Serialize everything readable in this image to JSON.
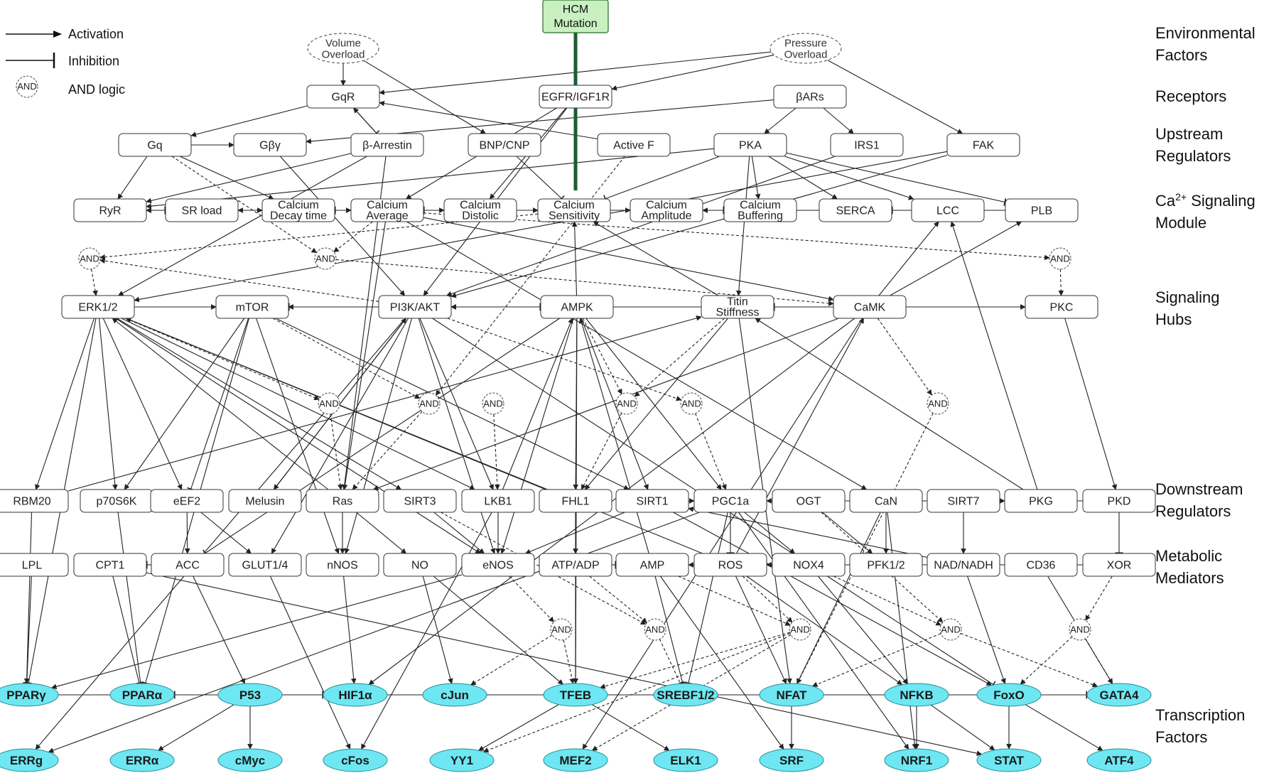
{
  "legend": {
    "activation": "Activation",
    "inhibition": "Inhibition",
    "and_symbol": "AND",
    "and_logic": "AND logic"
  },
  "categories": [
    [
      "Environmental",
      "Factors"
    ],
    [
      "Receptors"
    ],
    [
      "Upstream",
      "Regulators"
    ],
    [
      "Ca2+ Signaling",
      "Module"
    ],
    [
      "Signaling",
      "Hubs"
    ],
    [
      "Downstream",
      "Regulators"
    ],
    [
      "Metabolic",
      "Mediators"
    ],
    [
      "Transcription",
      "Factors"
    ]
  ],
  "hcm": [
    "HCM",
    "Mutation"
  ],
  "environment": [
    {
      "id": "vo",
      "lines": [
        "Volume",
        "Overload"
      ]
    },
    {
      "id": "po",
      "lines": [
        "Pressure",
        "Overload"
      ]
    }
  ],
  "nodes": [
    {
      "id": "gqr",
      "lines": [
        "GqR"
      ]
    },
    {
      "id": "egfr",
      "lines": [
        "EGFR/IGF1R"
      ]
    },
    {
      "id": "bars",
      "lines": [
        "βARs"
      ]
    },
    {
      "id": "gq",
      "lines": [
        "Gq"
      ]
    },
    {
      "id": "gby",
      "lines": [
        "Gβγ"
      ]
    },
    {
      "id": "barr",
      "lines": [
        "β-Arrestin"
      ]
    },
    {
      "id": "bnp",
      "lines": [
        "BNP/CNP"
      ]
    },
    {
      "id": "actf",
      "lines": [
        "Active F"
      ]
    },
    {
      "id": "pka",
      "lines": [
        "PKA"
      ]
    },
    {
      "id": "irs1",
      "lines": [
        "IRS1"
      ]
    },
    {
      "id": "fak",
      "lines": [
        "FAK"
      ]
    },
    {
      "id": "ryr",
      "lines": [
        "RyR"
      ]
    },
    {
      "id": "srl",
      "lines": [
        "SR load"
      ]
    },
    {
      "id": "cdt",
      "lines": [
        "Calcium",
        "Decay time"
      ]
    },
    {
      "id": "cav",
      "lines": [
        "Calcium",
        "Average"
      ]
    },
    {
      "id": "cdi",
      "lines": [
        "Calcium",
        "Distolic"
      ]
    },
    {
      "id": "cse",
      "lines": [
        "Calcium",
        "Sensitivity"
      ]
    },
    {
      "id": "cam",
      "lines": [
        "Calcium",
        "Amplitude"
      ]
    },
    {
      "id": "cbu",
      "lines": [
        "Calcium",
        "Buffering"
      ]
    },
    {
      "id": "serca",
      "lines": [
        "SERCA"
      ]
    },
    {
      "id": "lcc",
      "lines": [
        "LCC"
      ]
    },
    {
      "id": "plb",
      "lines": [
        "PLB"
      ]
    },
    {
      "id": "erk",
      "lines": [
        "ERK1/2"
      ]
    },
    {
      "id": "mtor",
      "lines": [
        "mTOR"
      ]
    },
    {
      "id": "pi3k",
      "lines": [
        "PI3K/AKT"
      ]
    },
    {
      "id": "ampk",
      "lines": [
        "AMPK"
      ]
    },
    {
      "id": "titin",
      "lines": [
        "Titin",
        "Stiffness"
      ]
    },
    {
      "id": "camk",
      "lines": [
        "CaMK"
      ]
    },
    {
      "id": "pkc",
      "lines": [
        "PKC"
      ]
    },
    {
      "id": "rbm20",
      "lines": [
        "RBM20"
      ]
    },
    {
      "id": "p70",
      "lines": [
        "p70S6K"
      ]
    },
    {
      "id": "eef2",
      "lines": [
        "eEF2"
      ]
    },
    {
      "id": "melusin",
      "lines": [
        "Melusin"
      ]
    },
    {
      "id": "ras",
      "lines": [
        "Ras"
      ]
    },
    {
      "id": "sirt3",
      "lines": [
        "SIRT3"
      ]
    },
    {
      "id": "lkb1",
      "lines": [
        "LKB1"
      ]
    },
    {
      "id": "fhl1",
      "lines": [
        "FHL1"
      ]
    },
    {
      "id": "sirt1",
      "lines": [
        "SIRT1"
      ]
    },
    {
      "id": "pgc1a",
      "lines": [
        "PGC1a"
      ]
    },
    {
      "id": "ogt",
      "lines": [
        "OGT"
      ]
    },
    {
      "id": "can",
      "lines": [
        "CaN"
      ]
    },
    {
      "id": "sirt7",
      "lines": [
        "SIRT7"
      ]
    },
    {
      "id": "pkg",
      "lines": [
        "PKG"
      ]
    },
    {
      "id": "pkd",
      "lines": [
        "PKD"
      ]
    },
    {
      "id": "lpl",
      "lines": [
        "LPL"
      ]
    },
    {
      "id": "cpt1",
      "lines": [
        "CPT1"
      ]
    },
    {
      "id": "acc",
      "lines": [
        "ACC"
      ]
    },
    {
      "id": "glut",
      "lines": [
        "GLUT1/4"
      ]
    },
    {
      "id": "nnos",
      "lines": [
        "nNOS"
      ]
    },
    {
      "id": "no",
      "lines": [
        "NO"
      ]
    },
    {
      "id": "enos",
      "lines": [
        "eNOS"
      ]
    },
    {
      "id": "atp",
      "lines": [
        "ATP/ADP"
      ]
    },
    {
      "id": "amp",
      "lines": [
        "AMP"
      ]
    },
    {
      "id": "ros",
      "lines": [
        "ROS"
      ]
    },
    {
      "id": "nox4",
      "lines": [
        "NOX4"
      ]
    },
    {
      "id": "pfk",
      "lines": [
        "PFK1/2"
      ]
    },
    {
      "id": "nad",
      "lines": [
        "NAD/NADH"
      ]
    },
    {
      "id": "cd36",
      "lines": [
        "CD36"
      ]
    },
    {
      "id": "xor",
      "lines": [
        "XOR"
      ]
    }
  ],
  "transcription_factors": [
    {
      "id": "ppg",
      "label": "PPARγ"
    },
    {
      "id": "ppa",
      "label": "PPARα"
    },
    {
      "id": "p53",
      "label": "P53"
    },
    {
      "id": "hif",
      "label": "HIF1α"
    },
    {
      "id": "cjun",
      "label": "cJun"
    },
    {
      "id": "tfeb",
      "label": "TFEB"
    },
    {
      "id": "srebf",
      "label": "SREBF1/2"
    },
    {
      "id": "nfat",
      "label": "NFAT"
    },
    {
      "id": "nfkb",
      "label": "NFKB"
    },
    {
      "id": "foxo",
      "label": "FoxO"
    },
    {
      "id": "gata4",
      "label": "GATA4"
    },
    {
      "id": "errg",
      "label": "ERRg"
    },
    {
      "id": "erra",
      "label": "ERRα"
    },
    {
      "id": "cmyc",
      "label": "cMyc"
    },
    {
      "id": "cfos",
      "label": "cFos"
    },
    {
      "id": "yy1",
      "label": "YY1"
    },
    {
      "id": "mef2",
      "label": "MEF2"
    },
    {
      "id": "elk1",
      "label": "ELK1"
    },
    {
      "id": "srf",
      "label": "SRF"
    },
    {
      "id": "nrf1",
      "label": "NRF1"
    },
    {
      "id": "stat",
      "label": "STAT"
    },
    {
      "id": "atf4",
      "label": "ATF4"
    }
  ],
  "and_gates": [
    "a1",
    "a2",
    "a3",
    "a4",
    "a5",
    "a6",
    "a7",
    "a8",
    "a9",
    "a10",
    "a11",
    "a12",
    "a13",
    "a14"
  ],
  "edges": [
    [
      "vo",
      "gqr",
      "a"
    ],
    [
      "vo",
      "bnp",
      "a"
    ],
    [
      "po",
      "gqr",
      "a"
    ],
    [
      "po",
      "egfr",
      "a"
    ],
    [
      "po",
      "fak",
      "a"
    ],
    [
      "gqr",
      "gq",
      "a"
    ],
    [
      "gqr",
      "barr",
      "i"
    ],
    [
      "egfr",
      "cav",
      "a"
    ],
    [
      "egfr",
      "cdi",
      "a"
    ],
    [
      "egfr",
      "pi3k",
      "a"
    ],
    [
      "bars",
      "pka",
      "a"
    ],
    [
      "bars",
      "irs1",
      "a"
    ],
    [
      "bars",
      "gby",
      "a"
    ],
    [
      "barr",
      "gqr",
      "a"
    ],
    [
      "gq",
      "gby",
      "a"
    ],
    [
      "gq",
      "ryr",
      "a"
    ],
    [
      "gq",
      "a2",
      "a"
    ],
    [
      "gq",
      "cdt",
      "a"
    ],
    [
      "gby",
      "pi3k",
      "a"
    ],
    [
      "barr",
      "erk",
      "a"
    ],
    [
      "barr",
      "ras",
      "a"
    ],
    [
      "barr",
      "ryr",
      "a"
    ],
    [
      "bnp",
      "cse",
      "i"
    ],
    [
      "actf",
      "a5",
      "a"
    ],
    [
      "actf",
      "gqr",
      "a"
    ],
    [
      "pka",
      "ryr",
      "a"
    ],
    [
      "pka",
      "lcc",
      "a"
    ],
    [
      "pka",
      "plb",
      "i"
    ],
    [
      "pka",
      "cse",
      "i"
    ],
    [
      "pka",
      "titin",
      "a"
    ],
    [
      "pka",
      "serca",
      "a"
    ],
    [
      "pka",
      "cbu",
      "a"
    ],
    [
      "irs1",
      "pi3k",
      "a"
    ],
    [
      "fak",
      "pi3k",
      "a"
    ],
    [
      "fak",
      "erk",
      "a"
    ],
    [
      "ryr",
      "srl",
      "i"
    ],
    [
      "srl",
      "ryr",
      "a"
    ],
    [
      "srl",
      "cdt",
      "a"
    ],
    [
      "cdt",
      "cav",
      "a"
    ],
    [
      "cav",
      "cdi",
      "a"
    ],
    [
      "cdi",
      "cse",
      "a"
    ],
    [
      "cse",
      "cam",
      "a"
    ],
    [
      "cam",
      "cbu",
      "i"
    ],
    [
      "cbu",
      "cav",
      "i"
    ],
    [
      "serca",
      "srl",
      "a"
    ],
    [
      "serca",
      "cdt",
      "i"
    ],
    [
      "lcc",
      "ryr",
      "a"
    ],
    [
      "lcc",
      "cam",
      "a"
    ],
    [
      "plb",
      "serca",
      "i"
    ],
    [
      "cav",
      "a2",
      "a"
    ],
    [
      "cav",
      "camk",
      "a"
    ],
    [
      "cav",
      "a3",
      "a"
    ],
    [
      "cav",
      "ras",
      "a"
    ],
    [
      "cav",
      "can",
      "a"
    ],
    [
      "a1",
      "erk",
      "a"
    ],
    [
      "a2",
      "camk",
      "a"
    ],
    [
      "a3",
      "pkc",
      "a"
    ],
    [
      "cse",
      "a1",
      "a"
    ],
    [
      "erk",
      "mtor",
      "a"
    ],
    [
      "erk",
      "rbm20",
      "a"
    ],
    [
      "erk",
      "p70",
      "a"
    ],
    [
      "erk",
      "eef2",
      "a"
    ],
    [
      "erk",
      "ppg",
      "i"
    ],
    [
      "erk",
      "sirt3",
      "a"
    ],
    [
      "erk",
      "lkb1",
      "a"
    ],
    [
      "erk",
      "enos",
      "a"
    ],
    [
      "erk",
      "a4",
      "a"
    ],
    [
      "mtor",
      "p70",
      "a"
    ],
    [
      "mtor",
      "eef2",
      "i"
    ],
    [
      "mtor",
      "nnos",
      "a"
    ],
    [
      "mtor",
      "a5",
      "a"
    ],
    [
      "mtor",
      "sirt1",
      "a"
    ],
    [
      "mtor",
      "ppa",
      "i"
    ],
    [
      "pi3k",
      "mtor",
      "a"
    ],
    [
      "pi3k",
      "ampk",
      "i"
    ],
    [
      "pi3k",
      "a1",
      "a"
    ],
    [
      "pi3k",
      "melusin",
      "a"
    ],
    [
      "pi3k",
      "glut",
      "a"
    ],
    [
      "pi3k",
      "enos",
      "a"
    ],
    [
      "pi3k",
      "nnos",
      "a"
    ],
    [
      "pi3k",
      "foxo",
      "i"
    ],
    [
      "pi3k",
      "lkb1",
      "a"
    ],
    [
      "pi3k",
      "a8",
      "a"
    ],
    [
      "ampk",
      "pi3k",
      "a"
    ],
    [
      "ampk",
      "cse",
      "a"
    ],
    [
      "ampk",
      "acc",
      "i"
    ],
    [
      "ampk",
      "sirt1",
      "a"
    ],
    [
      "ampk",
      "pgc1a",
      "a"
    ],
    [
      "ampk",
      "enos",
      "a"
    ],
    [
      "ampk",
      "tfeb",
      "a"
    ],
    [
      "ampk",
      "mtor",
      "i"
    ],
    [
      "ampk",
      "a7",
      "a"
    ],
    [
      "ampk",
      "fhl1",
      "a"
    ],
    [
      "titin",
      "cse",
      "a"
    ],
    [
      "titin",
      "fhl1",
      "a"
    ],
    [
      "titin",
      "a7",
      "a"
    ],
    [
      "titin",
      "nfat",
      "a"
    ],
    [
      "camk",
      "titin",
      "i"
    ],
    [
      "camk",
      "pkc",
      "a"
    ],
    [
      "camk",
      "lcc",
      "a"
    ],
    [
      "camk",
      "plb",
      "a"
    ],
    [
      "camk",
      "mef2",
      "a"
    ],
    [
      "camk",
      "hif",
      "a"
    ],
    [
      "camk",
      "ras",
      "a"
    ],
    [
      "camk",
      "a9",
      "a"
    ],
    [
      "pkc",
      "pi3k",
      "a"
    ],
    [
      "pkc",
      "pkd",
      "a"
    ],
    [
      "a4",
      "ras",
      "a"
    ],
    [
      "a5",
      "ras",
      "a"
    ],
    [
      "a6",
      "lkb1",
      "a"
    ],
    [
      "a7",
      "fhl1",
      "a"
    ],
    [
      "a8",
      "pgc1a",
      "a"
    ],
    [
      "a9",
      "nfat",
      "a"
    ],
    [
      "rbm20",
      "titin",
      "a"
    ],
    [
      "rbm20",
      "ppg",
      "a"
    ],
    [
      "p70",
      "ppa",
      "i"
    ],
    [
      "eef2",
      "acc",
      "a"
    ],
    [
      "eef2",
      "glut",
      "a"
    ],
    [
      "melusin",
      "pi3k",
      "a"
    ],
    [
      "ras",
      "erk",
      "a"
    ],
    [
      "ras",
      "nnos",
      "a"
    ],
    [
      "ras",
      "no",
      "a"
    ],
    [
      "sirt3",
      "enos",
      "a"
    ],
    [
      "sirt3",
      "a11",
      "a"
    ],
    [
      "lkb1",
      "ampk",
      "a"
    ],
    [
      "lkb1",
      "enos",
      "a"
    ],
    [
      "fhl1",
      "erk",
      "a"
    ],
    [
      "fhl1",
      "atp",
      "a"
    ],
    [
      "sirt1",
      "pgc1a",
      "a"
    ],
    [
      "sirt1",
      "enos",
      "a"
    ],
    [
      "sirt1",
      "foxo",
      "a"
    ],
    [
      "pgc1a",
      "ros",
      "i"
    ],
    [
      "pgc1a",
      "nox4",
      "a"
    ],
    [
      "pgc1a",
      "errg",
      "a"
    ],
    [
      "pgc1a",
      "nrf1",
      "a"
    ],
    [
      "pgc1a",
      "srebf",
      "i"
    ],
    [
      "ogt",
      "pfk",
      "a"
    ],
    [
      "ogt",
      "a13",
      "a"
    ],
    [
      "can",
      "nfat",
      "a"
    ],
    [
      "can",
      "pfk",
      "a"
    ],
    [
      "sirt7",
      "nad",
      "a"
    ],
    [
      "sirt7",
      "pkg",
      "a"
    ],
    [
      "pkg",
      "titin",
      "a"
    ],
    [
      "pkg",
      "lcc",
      "a"
    ],
    [
      "pkd",
      "xor",
      "i"
    ],
    [
      "pkd",
      "pgc1a",
      "a"
    ],
    [
      "lpl",
      "ppg",
      "i"
    ],
    [
      "cpt1",
      "ppa",
      "i"
    ],
    [
      "acc",
      "cpt1",
      "i"
    ],
    [
      "acc",
      "p53",
      "a"
    ],
    [
      "glut",
      "cfos",
      "a"
    ],
    [
      "nnos",
      "hif",
      "a"
    ],
    [
      "no",
      "cjun",
      "a"
    ],
    [
      "no",
      "tfeb",
      "a"
    ],
    [
      "enos",
      "ppg",
      "a"
    ],
    [
      "enos",
      "a10",
      "a"
    ],
    [
      "atp",
      "amp",
      "i"
    ],
    [
      "atp",
      "tfeb",
      "a"
    ],
    [
      "atp",
      "a11",
      "a"
    ],
    [
      "amp",
      "ampk",
      "a"
    ],
    [
      "amp",
      "srebf",
      "i"
    ],
    [
      "amp",
      "a12",
      "a"
    ],
    [
      "ros",
      "erk",
      "a"
    ],
    [
      "ros",
      "camk",
      "a"
    ],
    [
      "ros",
      "a12",
      "a"
    ],
    [
      "ros",
      "nfkb",
      "a"
    ],
    [
      "ros",
      "nfat",
      "a"
    ],
    [
      "nox4",
      "ros",
      "a"
    ],
    [
      "nox4",
      "a13",
      "a"
    ],
    [
      "nox4",
      "nfkb",
      "a"
    ],
    [
      "pfk",
      "amp",
      "a"
    ],
    [
      "nad",
      "sirt1",
      "a"
    ],
    [
      "nad",
      "foxo",
      "a"
    ],
    [
      "cd36",
      "gata4",
      "a"
    ],
    [
      "xor",
      "ros",
      "a"
    ],
    [
      "xor",
      "a14",
      "a"
    ],
    [
      "a10",
      "tfeb",
      "a"
    ],
    [
      "a10",
      "cjun",
      "a"
    ],
    [
      "a11",
      "srebf",
      "i"
    ],
    [
      "a12",
      "tfeb",
      "a"
    ],
    [
      "a12",
      "mef2",
      "a"
    ],
    [
      "a12",
      "yy1",
      "a"
    ],
    [
      "a13",
      "nfat",
      "a"
    ],
    [
      "a13",
      "gata4",
      "a"
    ],
    [
      "a14",
      "foxo",
      "a"
    ],
    [
      "a14",
      "gata4",
      "a"
    ],
    [
      "p53",
      "hif",
      "i"
    ],
    [
      "p53",
      "cmyc",
      "a"
    ],
    [
      "p53",
      "erra",
      "a"
    ],
    [
      "ppg",
      "gata4",
      "i"
    ],
    [
      "tfeb",
      "yy1",
      "a"
    ],
    [
      "tfeb",
      "elk1",
      "a"
    ],
    [
      "nfat",
      "srf",
      "a"
    ],
    [
      "nfkb",
      "nrf1",
      "a"
    ],
    [
      "nfkb",
      "ppa",
      "i"
    ],
    [
      "foxo",
      "stat",
      "a"
    ],
    [
      "foxo",
      "atf4",
      "a"
    ],
    [
      "gata4",
      "ppa",
      "i"
    ],
    [
      "lkb1",
      "cfos",
      "a"
    ],
    [
      "pi3k",
      "errg",
      "a"
    ],
    [
      "amp",
      "srf",
      "a"
    ],
    [
      "can",
      "nrf1",
      "a"
    ],
    [
      "cpt1",
      "stat",
      "a"
    ],
    [
      "nfkb",
      "stat",
      "a"
    ]
  ]
}
